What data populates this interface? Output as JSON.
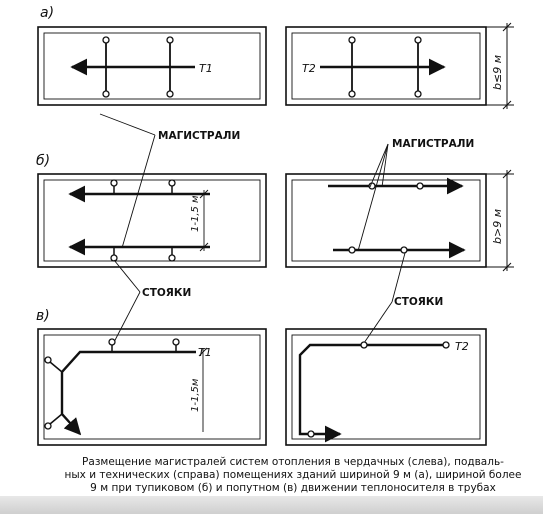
{
  "panels": {
    "a": "а)",
    "b": "б)",
    "c": "в)"
  },
  "pipes": {
    "t1": "Т1",
    "t2": "Т2"
  },
  "dimensions": {
    "width_small": "b≤9 м",
    "width_large": "b>9 м",
    "spacing_b": "1-1,5 м",
    "spacing_c": "1-1,5м"
  },
  "labels": {
    "mains": "МАГИСТРАЛИ",
    "risers": "СТОЯКИ"
  },
  "caption": {
    "line1": "Размещение магистралей систем отопления в чердачных (слева), подваль-",
    "line2": "ных и технических (справа) помещениях зданий шириной 9 м (а), шириной более",
    "line3": "9 м при тупиковом (б) и попутном (в) движении теплоносителя в трубах"
  },
  "colors": {
    "ink": "#111111",
    "paper": "#ffffff"
  }
}
